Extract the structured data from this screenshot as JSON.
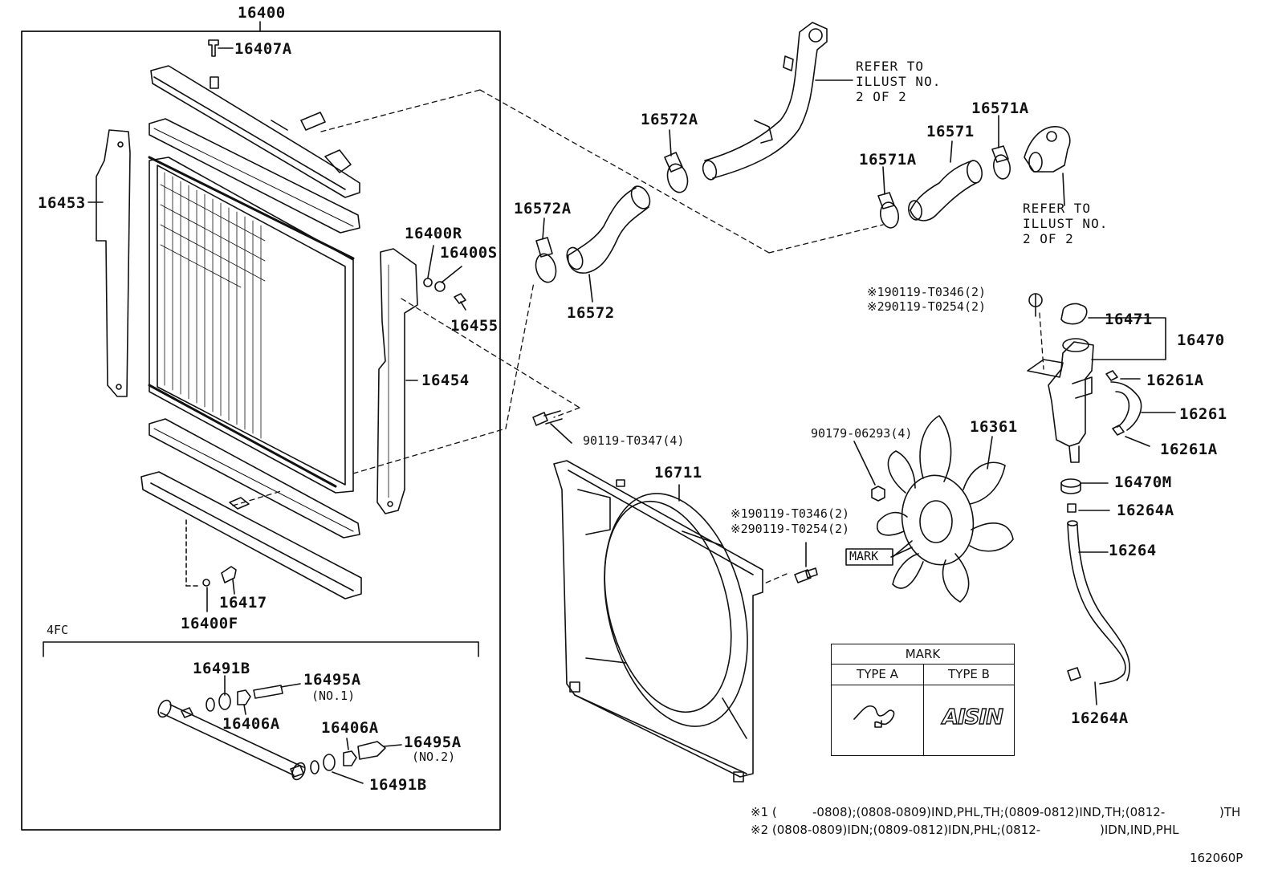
{
  "diagram": {
    "main_assembly": "16400",
    "parts": {
      "cap_16407A": "16407A",
      "side_16453": "16453",
      "side_16454": "16454",
      "p16400R": "16400R",
      "p16400S": "16400S",
      "p16455": "16455",
      "p16417": "16417",
      "p16400F": "16400F",
      "hose_16572": "16572",
      "clamp_16572A_left": "16572A",
      "clamp_16572A_top": "16572A",
      "hose_16571": "16571",
      "clamp_16571A_left": "16571A",
      "clamp_16571A_right": "16571A",
      "bolt_90119": "90119-T0347(4)",
      "shroud_16711": "16711",
      "nut_90179": "90179-06293(4)",
      "fan_16361": "16361",
      "cap_16471": "16471",
      "reservoir_16470": "16470",
      "clamp_16261A_top": "16261A",
      "hose_16261": "16261",
      "clamp_16261A_bottom": "16261A",
      "grommet_16470M": "16470M",
      "clamp_16264A_top": "16264A",
      "hose_16264": "16264",
      "clamp_16264A_bottom": "16264A",
      "p16491B_top": "16491B",
      "p16495A_top": "16495A",
      "p16495A_top_note": "(NO.1)",
      "p16406A_left": "16406A",
      "p16406A_right": "16406A",
      "p16495A_bottom": "16495A",
      "p16495A_bottom_note": "(NO.2)",
      "p16491B_bottom": "16491B"
    },
    "refer_top": "REFER TO\nILLUST NO.\n2 OF 2",
    "refer_right": "REFER TO\nILLUST NO.\n2 OF 2",
    "bolt_ref_top_1": "※190119-T0346(2)",
    "bolt_ref_top_2": "※290119-T0254(2)",
    "bolt_ref_mid_1": "※190119-T0346(2)",
    "bolt_ref_mid_2": "※290119-T0254(2)",
    "sub_group": "4FC",
    "mark_tag": "MARK",
    "mark_table": {
      "title": "MARK",
      "col_a": "TYPE A",
      "col_b": "TYPE B",
      "type_b_logo": "AISIN"
    },
    "footnote_1a": "※1 (",
    "footnote_1b": "-0808);(0808-0809)IND,PHL,TH;(0809-0812)IND,TH;(0812-",
    "footnote_1c": ")TH",
    "footnote_2a": "※2 (0808-0809)IDN;(0809-0812)IDN,PHL;(0812-",
    "footnote_2b": ")IDN,IND,PHL",
    "illustration_id": "162060P"
  }
}
